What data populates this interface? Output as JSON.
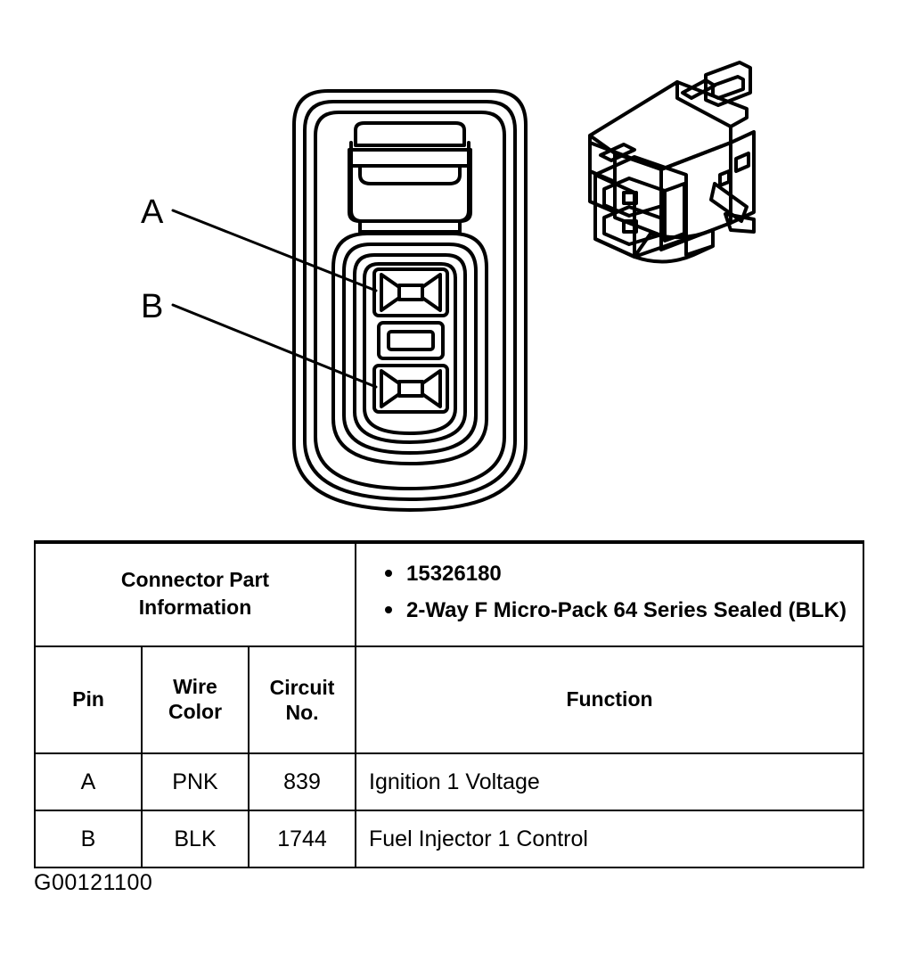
{
  "figure": {
    "caption": "G00121100",
    "face_view": {
      "name": "connector-face-view",
      "pin_labels": [
        {
          "id": "A",
          "label": "A"
        },
        {
          "id": "B",
          "label": "B"
        }
      ]
    },
    "perspective_view": {
      "name": "connector-perspective-view"
    }
  },
  "table": {
    "part_info_label": "Connector Part\nInformation",
    "part_info_label_line1": "Connector Part",
    "part_info_label_line2": "Information",
    "part_info_items": [
      "15326180",
      "2-Way F Micro-Pack 64 Series Sealed (BLK)"
    ],
    "columns": [
      {
        "key": "pin",
        "label": "Pin"
      },
      {
        "key": "wire",
        "label": "Wire Color"
      },
      {
        "key": "circuit",
        "label": "Circuit\nNo."
      },
      {
        "key": "circuit_line1",
        "label": "Circuit"
      },
      {
        "key": "circuit_line2",
        "label": "No."
      },
      {
        "key": "function",
        "label": "Function"
      }
    ],
    "rows": [
      {
        "pin": "A",
        "wire": "PNK",
        "circuit": "839",
        "function": "Ignition 1 Voltage"
      },
      {
        "pin": "B",
        "wire": "BLK",
        "circuit": "1744",
        "function": "Fuel Injector 1 Control"
      }
    ]
  },
  "style": {
    "ink": "#000000",
    "paper": "#ffffff"
  }
}
